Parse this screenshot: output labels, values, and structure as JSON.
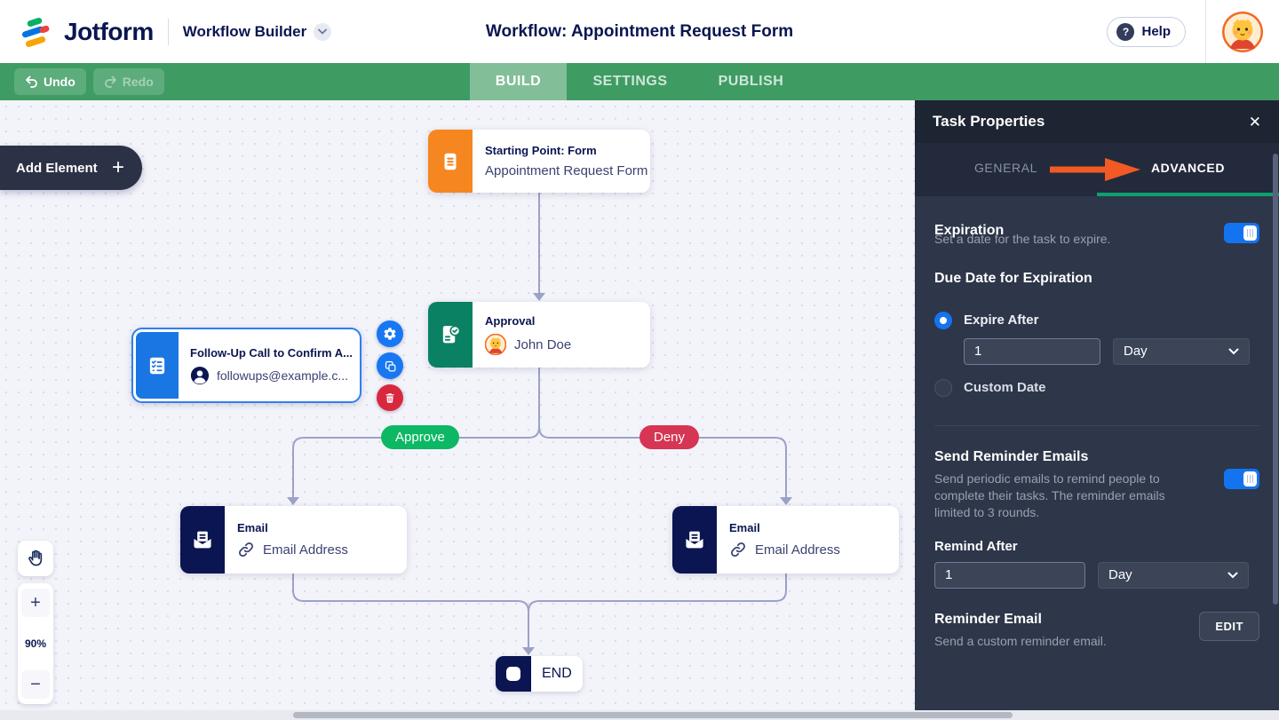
{
  "header": {
    "brand": "Jotform",
    "product": "Workflow Builder",
    "title": "Workflow: Appointment Request Form",
    "help_label": "Help"
  },
  "toolbar": {
    "undo_label": "Undo",
    "redo_label": "Redo",
    "tabs": [
      {
        "label": "BUILD",
        "active": true
      },
      {
        "label": "SETTINGS",
        "active": false
      },
      {
        "label": "PUBLISH",
        "active": false
      }
    ]
  },
  "canvas": {
    "add_element_label": "Add Element",
    "add_element_plus": "+",
    "nodes": {
      "start": {
        "type": "Starting Point: Form",
        "title": "Appointment Request Form"
      },
      "approval": {
        "type": "Approval",
        "assignee": "John Doe"
      },
      "followup": {
        "title": "Follow-Up Call to Confirm A...",
        "email": "followups@example.c..."
      },
      "email_left": {
        "type": "Email",
        "field": "Email Address"
      },
      "email_right": {
        "type": "Email",
        "field": "Email Address"
      },
      "end": {
        "label": "END"
      }
    },
    "branch_labels": {
      "approve": "Approve",
      "deny": "Deny"
    },
    "zoom": {
      "level": "90%",
      "zoom_in": "+",
      "zoom_out": "−"
    }
  },
  "panel": {
    "title": "Task Properties",
    "close_glyph": "✕",
    "tabs": [
      {
        "label": "GENERAL",
        "active": false
      },
      {
        "label": "ADVANCED",
        "active": true
      }
    ],
    "expiration": {
      "heading": "Expiration",
      "description": "Set a date for the task to expire.",
      "toggle_on": true
    },
    "due_date": {
      "heading": "Due Date for Expiration",
      "expire_after_label": "Expire After",
      "custom_date_label": "Custom Date",
      "value": "1",
      "unit": "Day"
    },
    "reminder": {
      "heading": "Send Reminder Emails",
      "description": "Send periodic emails to remind people to complete their tasks. The reminder emails limited to 3 rounds.",
      "toggle_on": true,
      "remind_after_label": "Remind After",
      "value": "1",
      "unit": "Day",
      "email_heading": "Reminder Email",
      "email_description": "Send a custom reminder email.",
      "edit_label": "EDIT"
    }
  },
  "colors": {
    "brand_navy": "#0a1551",
    "toolbar_green": "#3e9c63",
    "active_tab_green": "#82bf99",
    "start_orange": "#f6861f",
    "approval_green": "#0a8163",
    "followup_blue": "#1976e3",
    "email_navy": "#0a1551",
    "approve_pill": "#0cb863",
    "deny_pill": "#d63553",
    "toggle_blue": "#1474f0",
    "panel_underline_green": "#0ea06f",
    "annotation_arrow_orange": "#f15a24",
    "delete_red": "#d9283e",
    "connector_gray": "#9ba2c6"
  }
}
